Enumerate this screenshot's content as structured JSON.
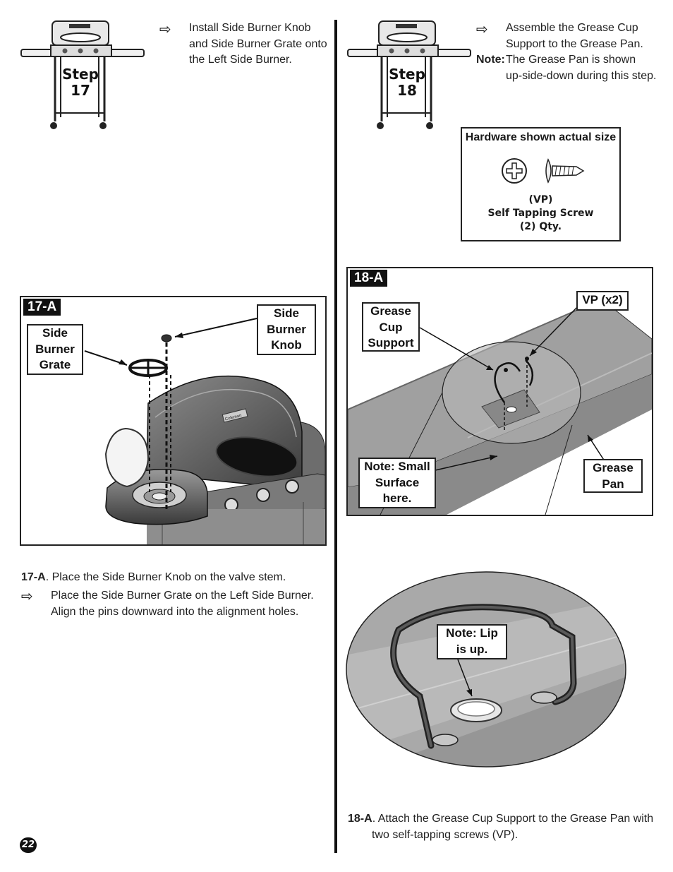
{
  "step17": {
    "step_label": "Step",
    "step_number": "17",
    "instruction": "Install Side Burner Knob and Side Burner Grate onto the Left Side Burner.",
    "instruction_lines": [
      "Install Side Burner Knob",
      "and Side Burner Grate onto",
      "the Left Side Burner."
    ],
    "figure_tag": "17-A",
    "callouts": {
      "grate": [
        "Side",
        "Burner",
        "Grate"
      ],
      "knob": [
        "Side",
        "Burner",
        "Knob"
      ]
    },
    "grill_logo": "Coleman",
    "caption_bold": "17-A",
    "caption_rest": ". Place the Side Burner Knob on the valve stem.",
    "caption_bullet_lines": [
      "Place the Side Burner Grate on the Left Side Burner.",
      "Align the pins downward into the alignment holes."
    ]
  },
  "step18": {
    "step_label": "Step",
    "step_number": "18",
    "instruction_lines": [
      "Assemble the Grease Cup",
      "Support to the Grease Pan."
    ],
    "note_label": "Note:",
    "note_lines": [
      "The Grease Pan is shown",
      "up-side-down during this step."
    ],
    "hardware": {
      "title": "Hardware shown actual size",
      "code": "(VP)",
      "name": "Self Tapping Screw",
      "qty": "(2) Qty."
    },
    "figure_tag": "18-A",
    "callouts": {
      "grease_cup_support": [
        "Grease",
        "Cup",
        "Support"
      ],
      "vp": [
        "VP (x2)"
      ],
      "small_surface": [
        "Note: Small",
        "Surface",
        "here."
      ],
      "grease_pan": [
        "Grease",
        "Pan"
      ],
      "lip": [
        "Note: Lip",
        "is up."
      ]
    },
    "caption_bold": "18-A",
    "caption_rest": ". Attach the Grease Cup Support to the Grease Pan with",
    "caption_line2": "two self-tapping screws (VP)."
  },
  "arrow_glyph": "⇨",
  "page_number": "22"
}
